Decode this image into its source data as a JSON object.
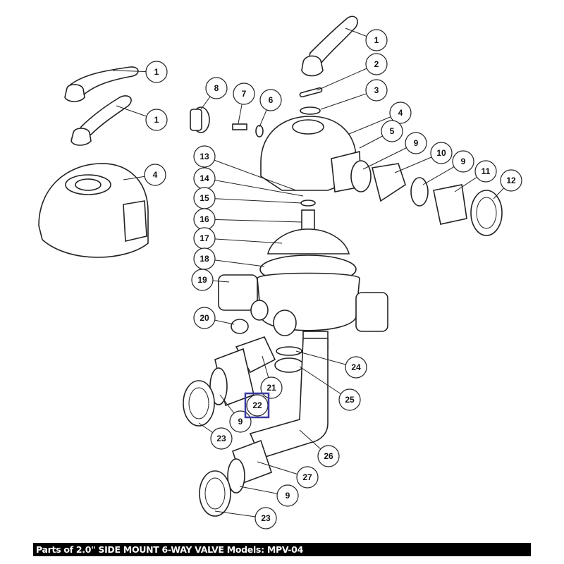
{
  "caption": "Parts of 2.0\" SIDE MOUNT 6-WAY VALVE Models: MPV-04",
  "highlighted_callout": "22",
  "highlight_color": "#3a3aa0",
  "callouts": [
    "1",
    "2",
    "3",
    "4",
    "5",
    "9",
    "10",
    "9",
    "11",
    "12",
    "1",
    "1",
    "4",
    "8",
    "7",
    "6",
    "13",
    "14",
    "15",
    "16",
    "17",
    "18",
    "19",
    "20",
    "24",
    "25",
    "21",
    "22",
    "9",
    "23",
    "26",
    "27",
    "9",
    "23"
  ]
}
